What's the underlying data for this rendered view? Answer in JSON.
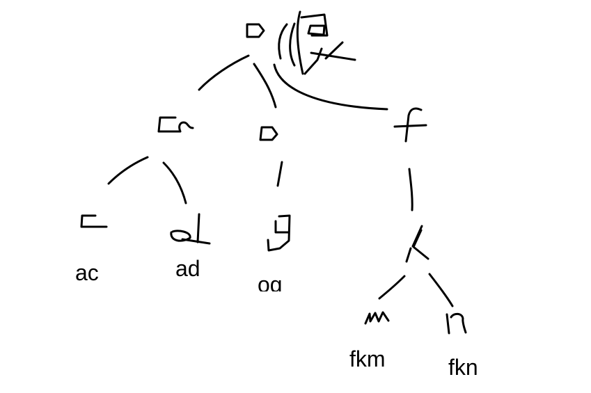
{
  "colors": {
    "ink": "#000000",
    "background": "#ffffff"
  },
  "tree": {
    "root": {
      "id": "root"
    },
    "level1": [
      {
        "id": "a-left"
      },
      {
        "id": "o-middle"
      },
      {
        "id": "f-right"
      }
    ],
    "level2": [
      {
        "id": "c-under-a"
      },
      {
        "id": "d-under-a"
      },
      {
        "id": "g-under-o"
      },
      {
        "id": "k-under-f"
      }
    ],
    "level3": [
      {
        "id": "m-under-k"
      },
      {
        "id": "n-under-k"
      }
    ]
  },
  "labels": {
    "ac": "ac",
    "ad": "ad",
    "og": "og",
    "fkm": "fkm",
    "fkn": "fkn"
  }
}
